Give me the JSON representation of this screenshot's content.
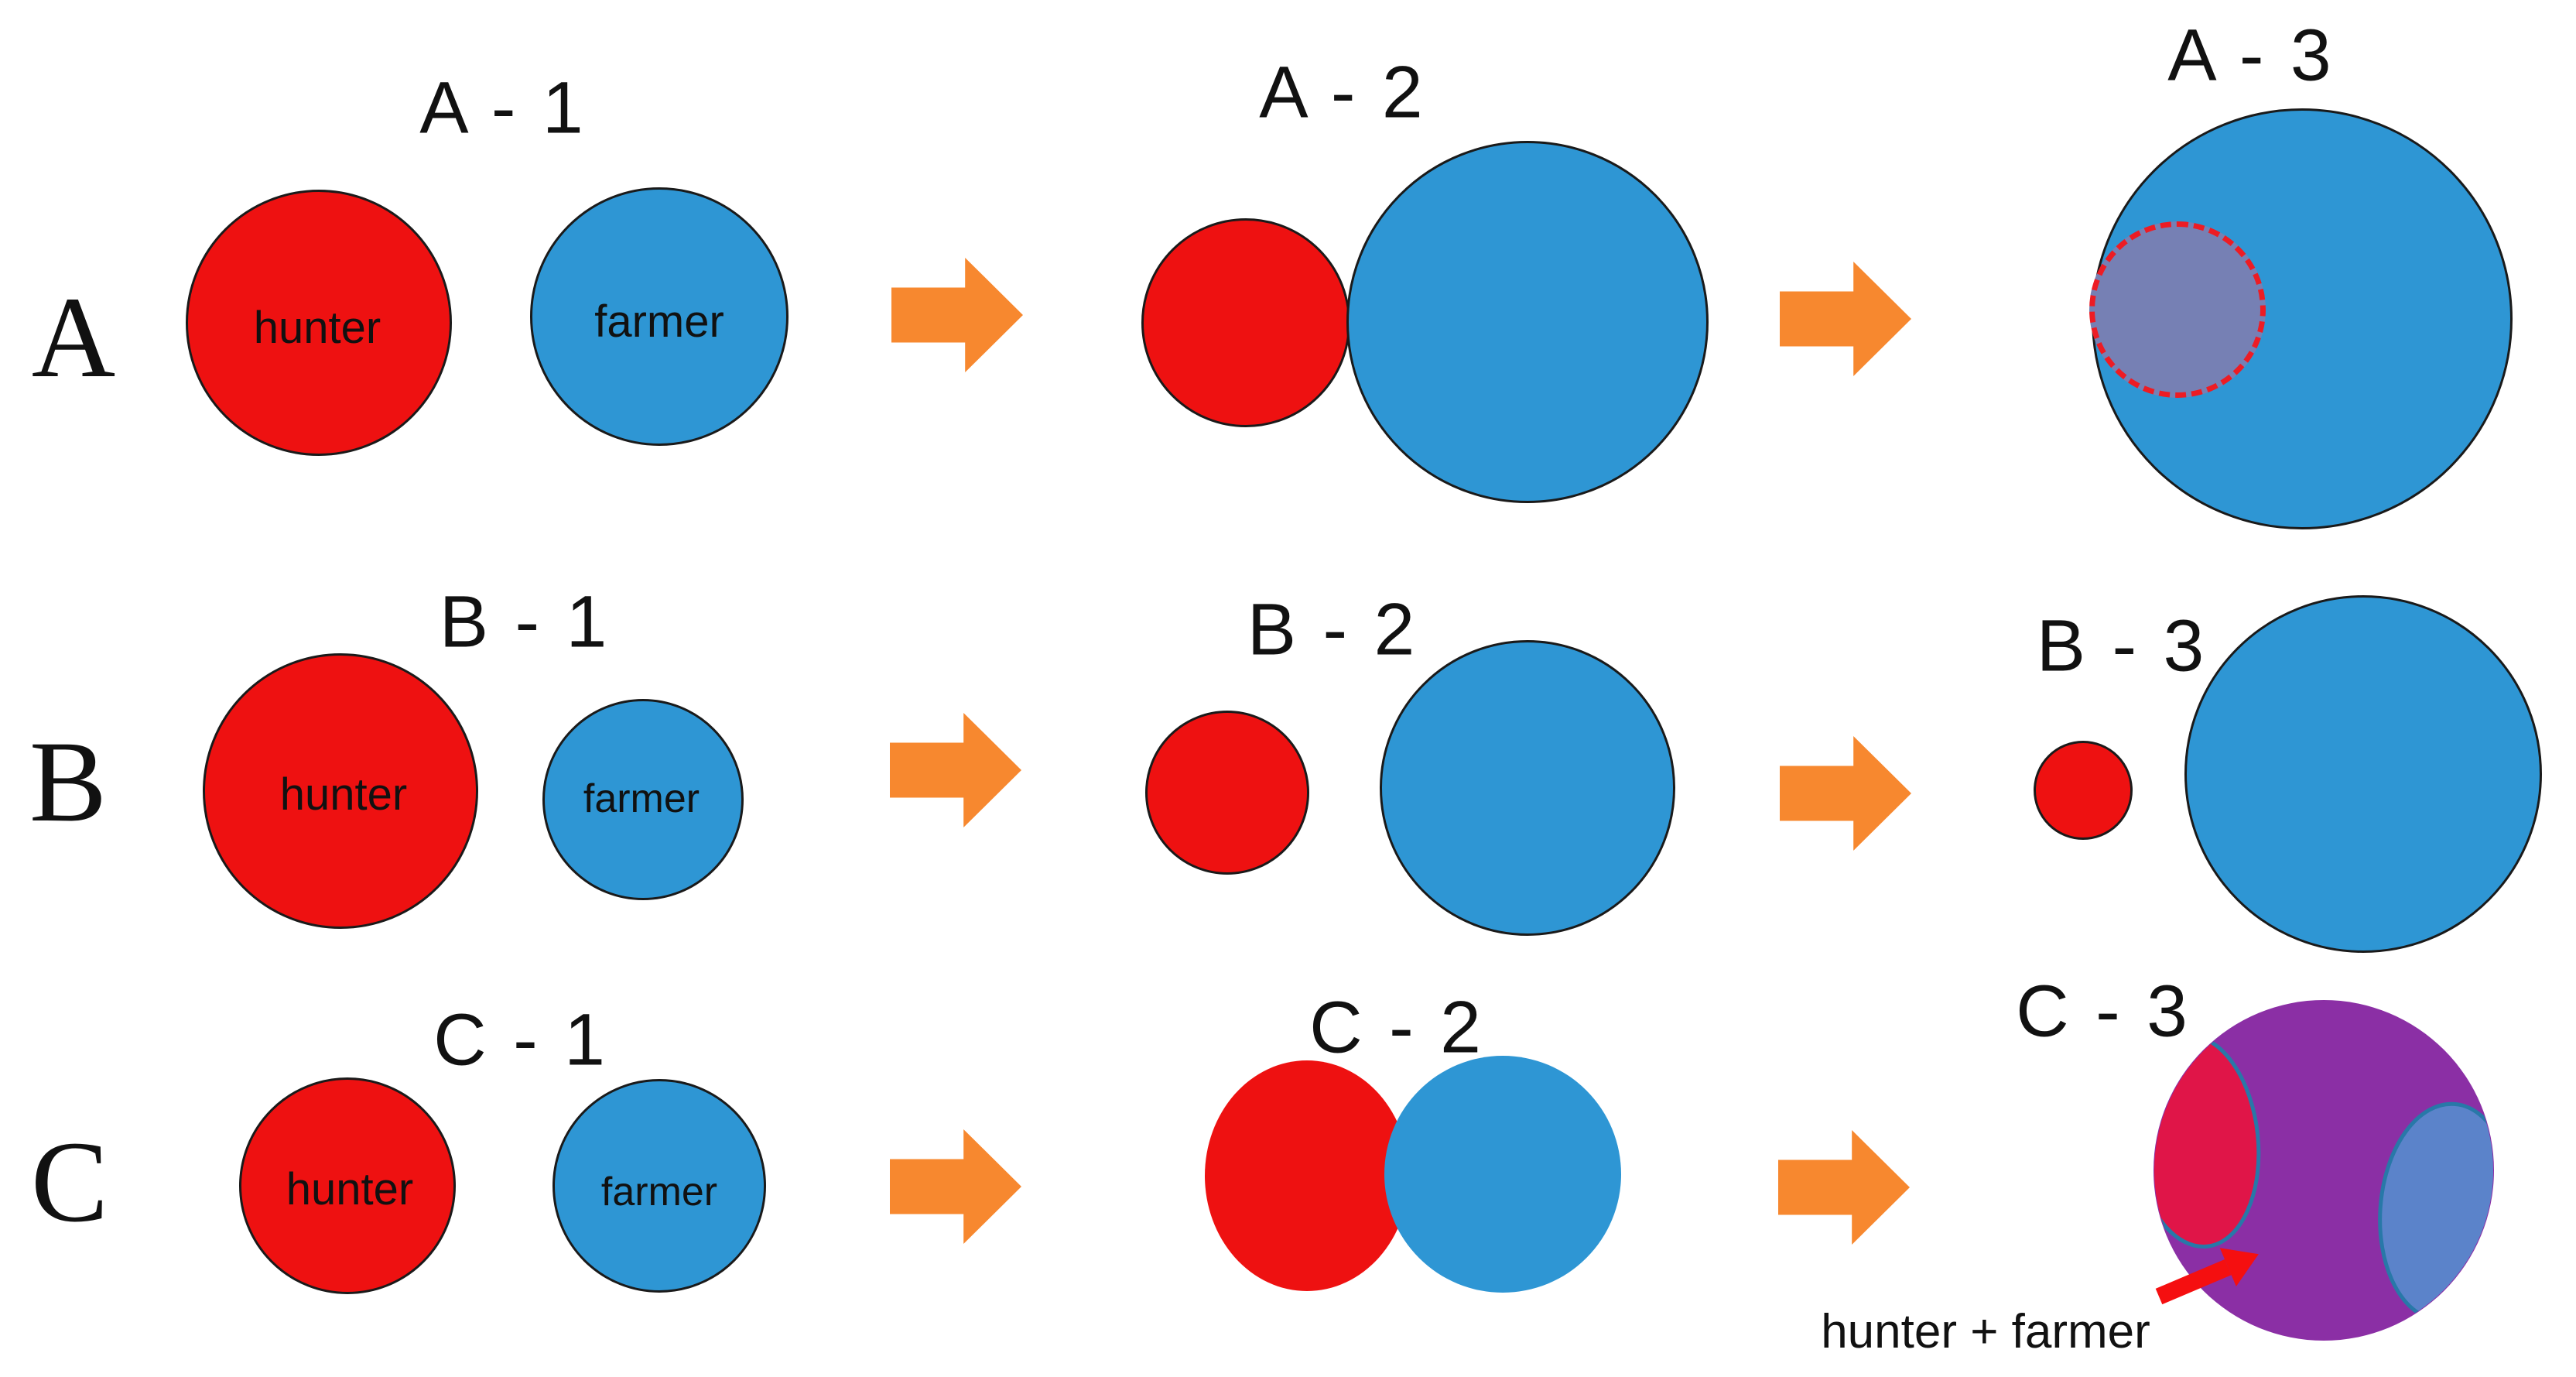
{
  "figure": {
    "rows": [
      {
        "letter": "A",
        "stage_labels": [
          "A - 1",
          "A - 2",
          "A - 3"
        ],
        "hunter_label": "hunter",
        "farmer_label": "farmer"
      },
      {
        "letter": "B",
        "stage_labels": [
          "B - 1",
          "B - 2",
          "B - 3"
        ],
        "hunter_label": "hunter",
        "farmer_label": "farmer"
      },
      {
        "letter": "C",
        "stage_labels": [
          "C - 1",
          "C - 2",
          "C - 3"
        ],
        "hunter_label": "hunter",
        "farmer_label": "farmer"
      }
    ],
    "annotation": {
      "c3_label": "hunter + farmer"
    },
    "colors": {
      "hunter_red": "#ee1111",
      "farmer_blue": "#2e96d4",
      "arrow_orange": "#f7882f",
      "outline_black": "#1a1a1a",
      "text_black": "#111111",
      "assimilated_fill": "#7680b4",
      "assimilated_outline_red": "#ed1c24",
      "merged_purple": "#8b2fa5",
      "hunter_remnant_red": "#e01548",
      "farmer_remnant_blue": "#5b83ca",
      "remnant_outline_teal": "#2878a8",
      "annotation_arrow_red": "#f50f10"
    }
  }
}
